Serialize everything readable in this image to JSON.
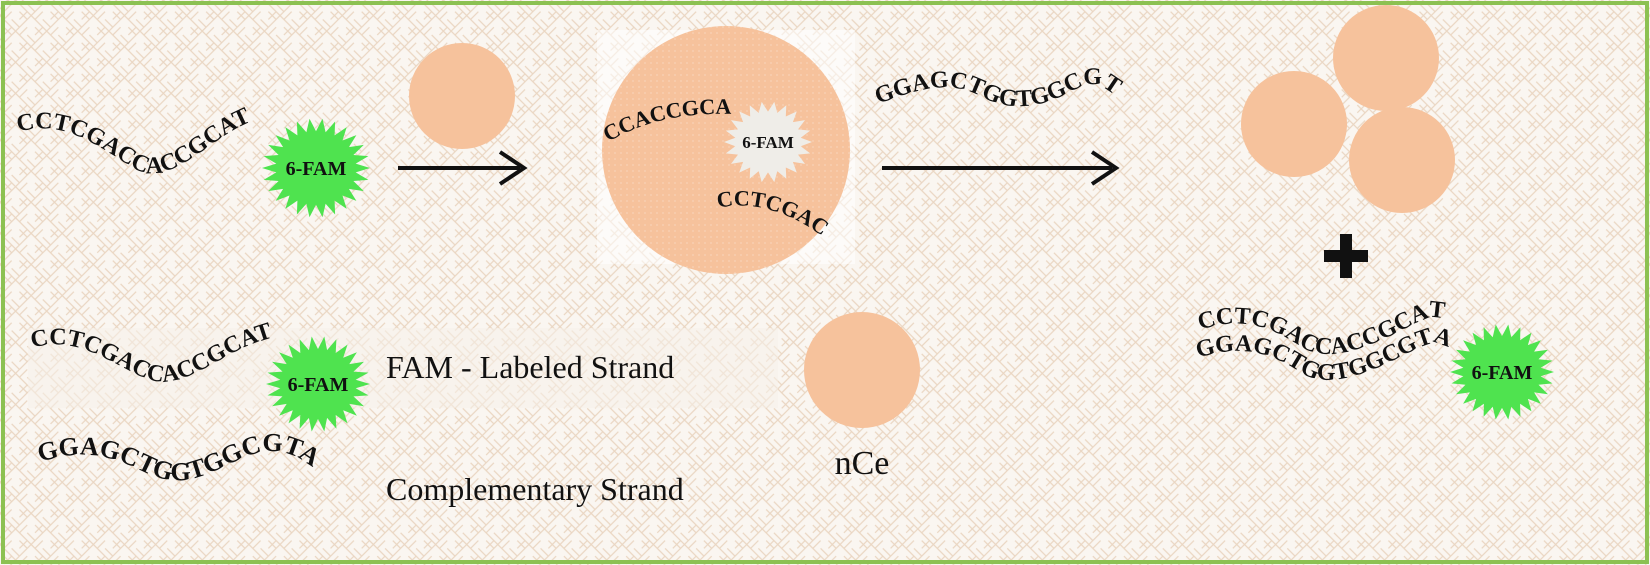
{
  "colors": {
    "frame": "#8cc152",
    "background": "#faf6f1",
    "pattern": "#ead6c2",
    "particle": "#f6c29c",
    "fam_star": "#4fe34f",
    "fam_quenched": "#efede8",
    "text": "#111111"
  },
  "sequences": {
    "fam_strand": "CCTCGACCACCGCAT",
    "complementary_strand": "GGAGCTGGTGGCGTA",
    "bound_upper": "CCACCGCAT",
    "bound_lower": "CCTCGAC"
  },
  "labels": {
    "fam": "6-FAM",
    "plus": "+"
  },
  "legend": {
    "fam_labeled": "FAM - Labeled Strand",
    "complementary": "Complementary Strand",
    "nce": "nCe"
  },
  "icons": [
    "arrow-right-icon",
    "arrow-right-icon",
    "plus-icon",
    "star-burst-icon"
  ]
}
